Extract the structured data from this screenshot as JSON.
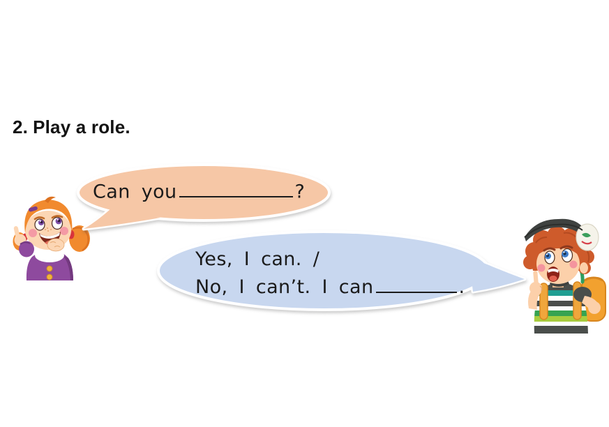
{
  "heading": {
    "number": "2.",
    "title": "Play a role."
  },
  "question_bubble": {
    "speaker": "girl",
    "fill": "#F6C7A6",
    "before_blank": "Can you",
    "after_blank": "?"
  },
  "answer_bubble": {
    "speaker": "boy",
    "fill": "#C8D7EF",
    "line1": "Yes, I can. /",
    "line2_before_blank": "No, I can’t. I can",
    "line2_after_blank": "."
  },
  "characters": {
    "girl": "smiling girl with orange pigtails in a purple cardigan, finger raised",
    "boy": "surprised boy with backwards cap, striped shirt and orange backpack, pointing at himself"
  }
}
